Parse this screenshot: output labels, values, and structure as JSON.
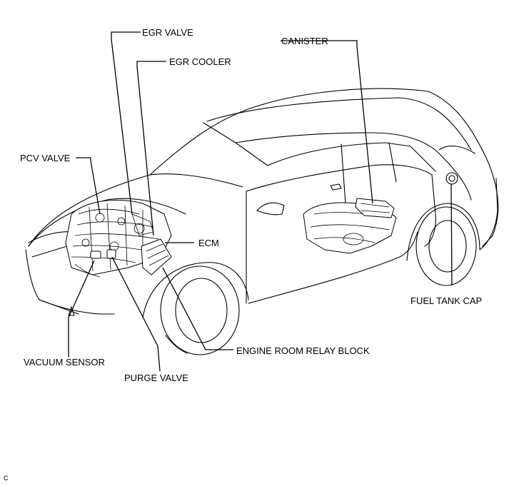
{
  "diagram": {
    "labels": {
      "egr_valve": "EGR VALVE",
      "egr_cooler": "EGR COOLER",
      "canister": "CANISTER",
      "pcv_valve": "PCV VALVE",
      "ecm": "ECM",
      "fuel_tank_cap": "FUEL TANK CAP",
      "engine_room_relay_block": "ENGINE ROOM RELAY BLOCK",
      "vacuum_sensor": "VACUUM SENSOR",
      "purge_valve": "PURGE VALVE"
    },
    "corner_code": "C"
  },
  "colors": {
    "line": "#000000",
    "background": "#ffffff"
  }
}
